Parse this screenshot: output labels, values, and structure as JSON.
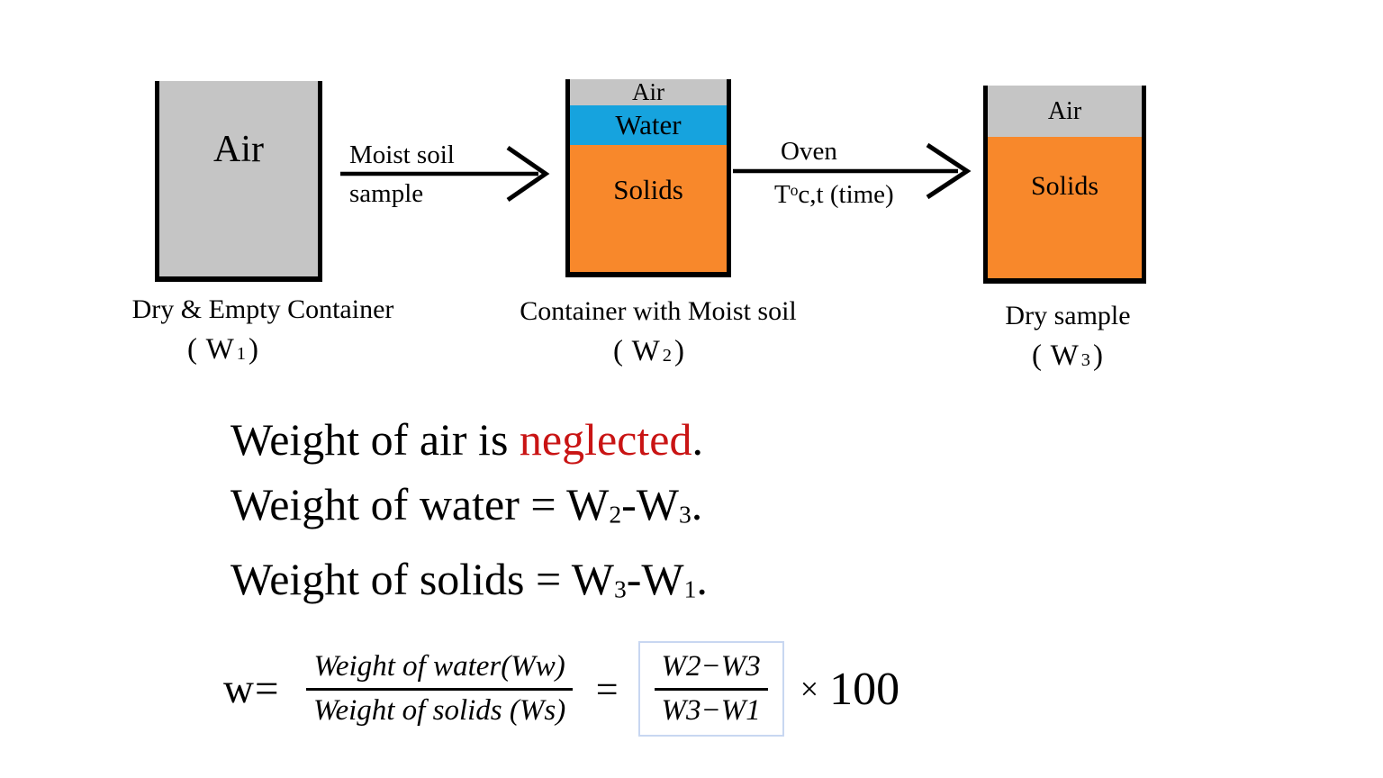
{
  "colors": {
    "background": "#ffffff",
    "air": "#c5c5c5",
    "water": "#16a3de",
    "solids": "#f8882b",
    "outline": "#000000",
    "highlight_red": "#c91414",
    "formula_box_border": "#c8d7f1"
  },
  "diagram": {
    "containers": [
      {
        "caption": "Dry & Empty Container",
        "weight_open": "( W",
        "weight_sub": "1",
        "weight_close": ")",
        "layers": [
          {
            "label": "Air"
          }
        ]
      },
      {
        "caption": "Container with Moist soil",
        "weight_open": "( W",
        "weight_sub": "2",
        "weight_close": ")",
        "layers": [
          {
            "label": "Air"
          },
          {
            "label": "Water"
          },
          {
            "label": "Solids"
          }
        ]
      },
      {
        "caption": "Dry sample",
        "weight_open": "( W",
        "weight_sub": "3",
        "weight_close": ")",
        "layers": [
          {
            "label": "Air"
          },
          {
            "label": "Solids"
          }
        ]
      }
    ],
    "arrows": [
      {
        "top": "Moist soil",
        "bottom": "sample"
      },
      {
        "top": "Oven",
        "bottom_prefix": "T",
        "bottom_sup": "o",
        "bottom_rest": "c,t (time)"
      }
    ]
  },
  "notes": {
    "line1": {
      "a": "Weight of air is ",
      "highlight": "neglected",
      "b": "."
    },
    "line2": {
      "a": "Weight of water = W",
      "s1": "2",
      "b": "-W",
      "s2": "3",
      "c": "."
    },
    "line3": {
      "a": "Weight of solids = W",
      "s1": "3",
      "b": "-W",
      "s2": "1",
      "c": "."
    }
  },
  "formula": {
    "lhs": "w=",
    "num1": "Weight of water(Ww)",
    "den1": "Weight of solids (Ws)",
    "eq": "=",
    "num2": "W2−W3",
    "den2": "W3−W1",
    "times_sign": "×",
    "times_value": "100"
  }
}
